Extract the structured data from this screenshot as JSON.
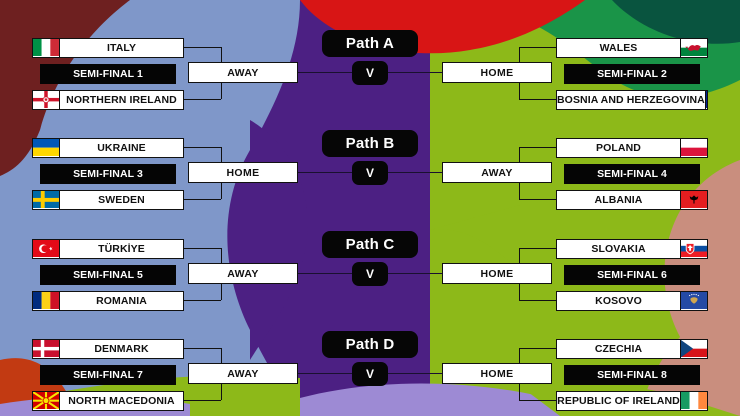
{
  "graphic": {
    "title": "Play-off bracket",
    "palette": {
      "left_blue": "#7f97c9",
      "maroon": "#6e2020",
      "red": "#d81515",
      "purple": "#4c2083",
      "green_dark": "#09543f",
      "green_mid": "#1a9448",
      "green_lime": "#8db919",
      "salmon": "#c98e7e",
      "lilac": "#9d8ad4",
      "orange_red": "#c23a12",
      "box_white": "#ffffff",
      "box_black": "#050505"
    }
  },
  "paths": [
    {
      "id": "path-a",
      "name": "Path A",
      "vs": "V",
      "left": {
        "venue": "AWAY",
        "semifinal": "SEMI-FINAL 1",
        "top_team": {
          "name": "ITALY",
          "flag": "italy"
        },
        "bottom_team": {
          "name": "NORTHERN IRELAND",
          "flag": "northern-ireland"
        }
      },
      "right": {
        "venue": "HOME",
        "semifinal": "SEMI-FINAL 2",
        "top_team": {
          "name": "WALES",
          "flag": "wales"
        },
        "bottom_team": {
          "name": "BOSNIA AND HERZEGOVINA",
          "flag": "bosnia-and-herzegovina"
        }
      }
    },
    {
      "id": "path-b",
      "name": "Path B",
      "vs": "V",
      "left": {
        "venue": "HOME",
        "semifinal": "SEMI-FINAL 3",
        "top_team": {
          "name": "UKRAINE",
          "flag": "ukraine"
        },
        "bottom_team": {
          "name": "SWEDEN",
          "flag": "sweden"
        }
      },
      "right": {
        "venue": "AWAY",
        "semifinal": "SEMI-FINAL 4",
        "top_team": {
          "name": "POLAND",
          "flag": "poland"
        },
        "bottom_team": {
          "name": "ALBANIA",
          "flag": "albania"
        }
      }
    },
    {
      "id": "path-c",
      "name": "Path C",
      "vs": "V",
      "left": {
        "venue": "AWAY",
        "semifinal": "SEMI-FINAL 5",
        "top_team": {
          "name": "TÜRKİYE",
          "flag": "turkiye"
        },
        "bottom_team": {
          "name": "ROMANIA",
          "flag": "romania"
        }
      },
      "right": {
        "venue": "HOME",
        "semifinal": "SEMI-FINAL 6",
        "top_team": {
          "name": "SLOVAKIA",
          "flag": "slovakia"
        },
        "bottom_team": {
          "name": "KOSOVO",
          "flag": "kosovo"
        }
      }
    },
    {
      "id": "path-d",
      "name": "Path D",
      "vs": "V",
      "left": {
        "venue": "AWAY",
        "semifinal": "SEMI-FINAL 7",
        "top_team": {
          "name": "DENMARK",
          "flag": "denmark"
        },
        "bottom_team": {
          "name": "NORTH MACEDONIA",
          "flag": "north-macedonia"
        }
      },
      "right": {
        "venue": "HOME",
        "semifinal": "SEMI-FINAL 8",
        "top_team": {
          "name": "CZECHIA",
          "flag": "czechia"
        },
        "bottom_team": {
          "name": "REPUBLIC OF IRELAND",
          "flag": "republic-of-ireland"
        }
      }
    }
  ]
}
